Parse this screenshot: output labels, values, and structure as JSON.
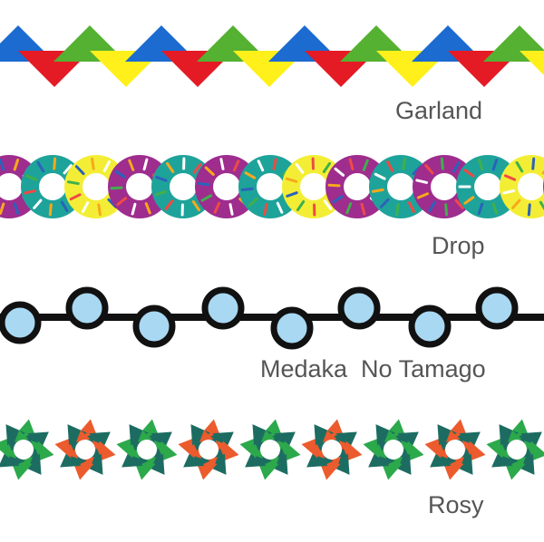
{
  "tapes": [
    {
      "id": "garland",
      "label": "Garland",
      "colors": {
        "up": [
          "#1b6bd0",
          "#55b131"
        ],
        "down": [
          "#e41b25",
          "#fff01c"
        ]
      }
    },
    {
      "id": "drop",
      "label": "Drop",
      "colors": {
        "rings": [
          "#9e2d8e",
          "#1ea39a",
          "#f3ee35",
          "#9e2d8e",
          "#1ea39a"
        ],
        "dash": [
          "#ef4a46",
          "#3fb04b",
          "#2b63ba",
          "#f7a81d",
          "#ffffff"
        ]
      }
    },
    {
      "id": "medaka",
      "label": "Medaka  No Tamago",
      "colors": {
        "line": "#111111",
        "egg": "#a9d8f2"
      }
    },
    {
      "id": "rosy",
      "label": "Rosy",
      "colors": {
        "green": "#2ca94b",
        "teal": "#1d6c62",
        "orange": "#ec5b2d"
      }
    }
  ]
}
